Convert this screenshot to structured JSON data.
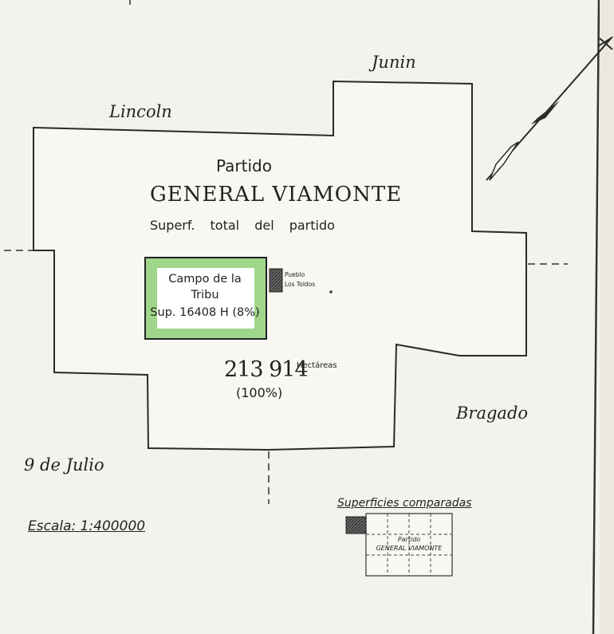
{
  "places": {
    "north_east": "Junin",
    "north_west": "Lincoln",
    "east": "Bragado",
    "south_west": "9 de Julio"
  },
  "district": {
    "line1": "Partido",
    "line2": "GENERAL VIAMONTE",
    "line3": "Superf. total del partido"
  },
  "tribe_field": {
    "line1": "Campo de la",
    "line2": "Tribu",
    "line3": "Sup. 16408 H (8%)",
    "fill_color": "#9fd68a"
  },
  "town": {
    "line1": "Pueblo",
    "line2": "Los Toldos"
  },
  "area": {
    "value": "213 914",
    "unit": "Hectáreas",
    "percent": "(100%)"
  },
  "scale": "Escala: 1:400000",
  "comparison": {
    "title": "Superficies comparadas",
    "label1": "Partido",
    "label2": "GENERAL VIAMONTE"
  }
}
